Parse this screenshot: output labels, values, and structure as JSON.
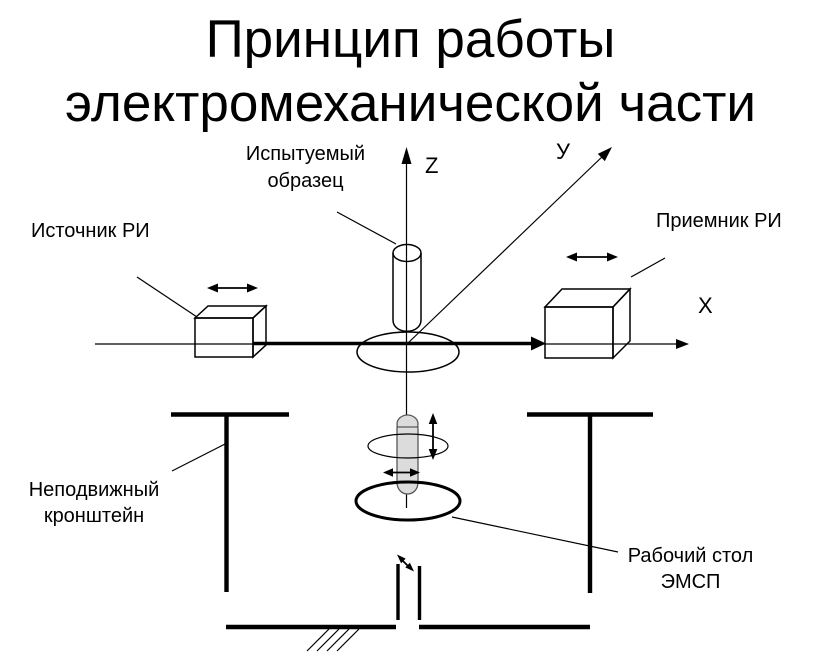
{
  "slide": {
    "title_line1": "Принцип работы",
    "title_line2": "электромеханической части"
  },
  "labels": {
    "specimen_line1": "Испытуемый",
    "specimen_line2": "образец",
    "source": "Источник РИ",
    "receiver": "Приемник РИ",
    "bracket_line1": "Неподвижный",
    "bracket_line2": "кронштейн",
    "worktable_line1": "Рабочий стол",
    "worktable_line2": "ЭМСП"
  },
  "axes": {
    "x": "Х",
    "y": "У",
    "z": "Z"
  },
  "icons": {
    "horizontal_motion_arrow": "↔",
    "vertical_motion_arrow": "↕",
    "diagonal_motion_arrow": "⤡",
    "beam_arrow": "→"
  },
  "colors": {
    "ink": "#000000",
    "background": "#ffffff",
    "spindle_fill": "#dcdcdc",
    "spindle_stroke": "#595959"
  }
}
